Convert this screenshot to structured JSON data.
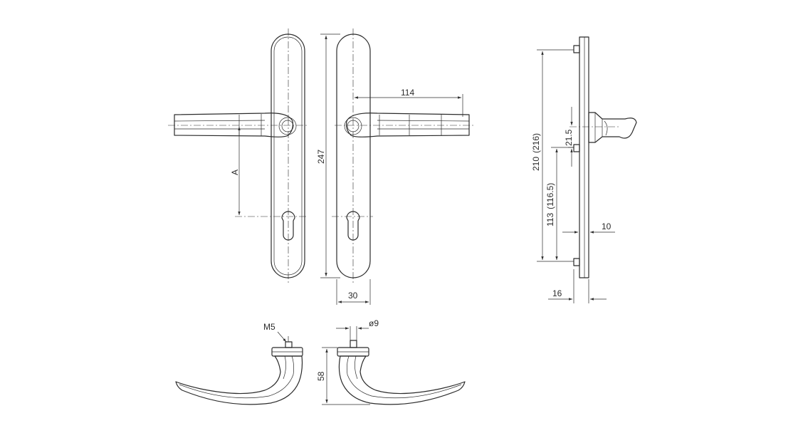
{
  "labels": {
    "A": "A",
    "h247": "247",
    "w114": "114",
    "w30": "30",
    "h210": "210",
    "h216": "(216)",
    "h113": "113",
    "h116_5": "(116.5)",
    "h21_5": "21.5",
    "w10": "10",
    "w16": "16",
    "m5": "M5",
    "d9": "ø9",
    "h58": "58"
  }
}
